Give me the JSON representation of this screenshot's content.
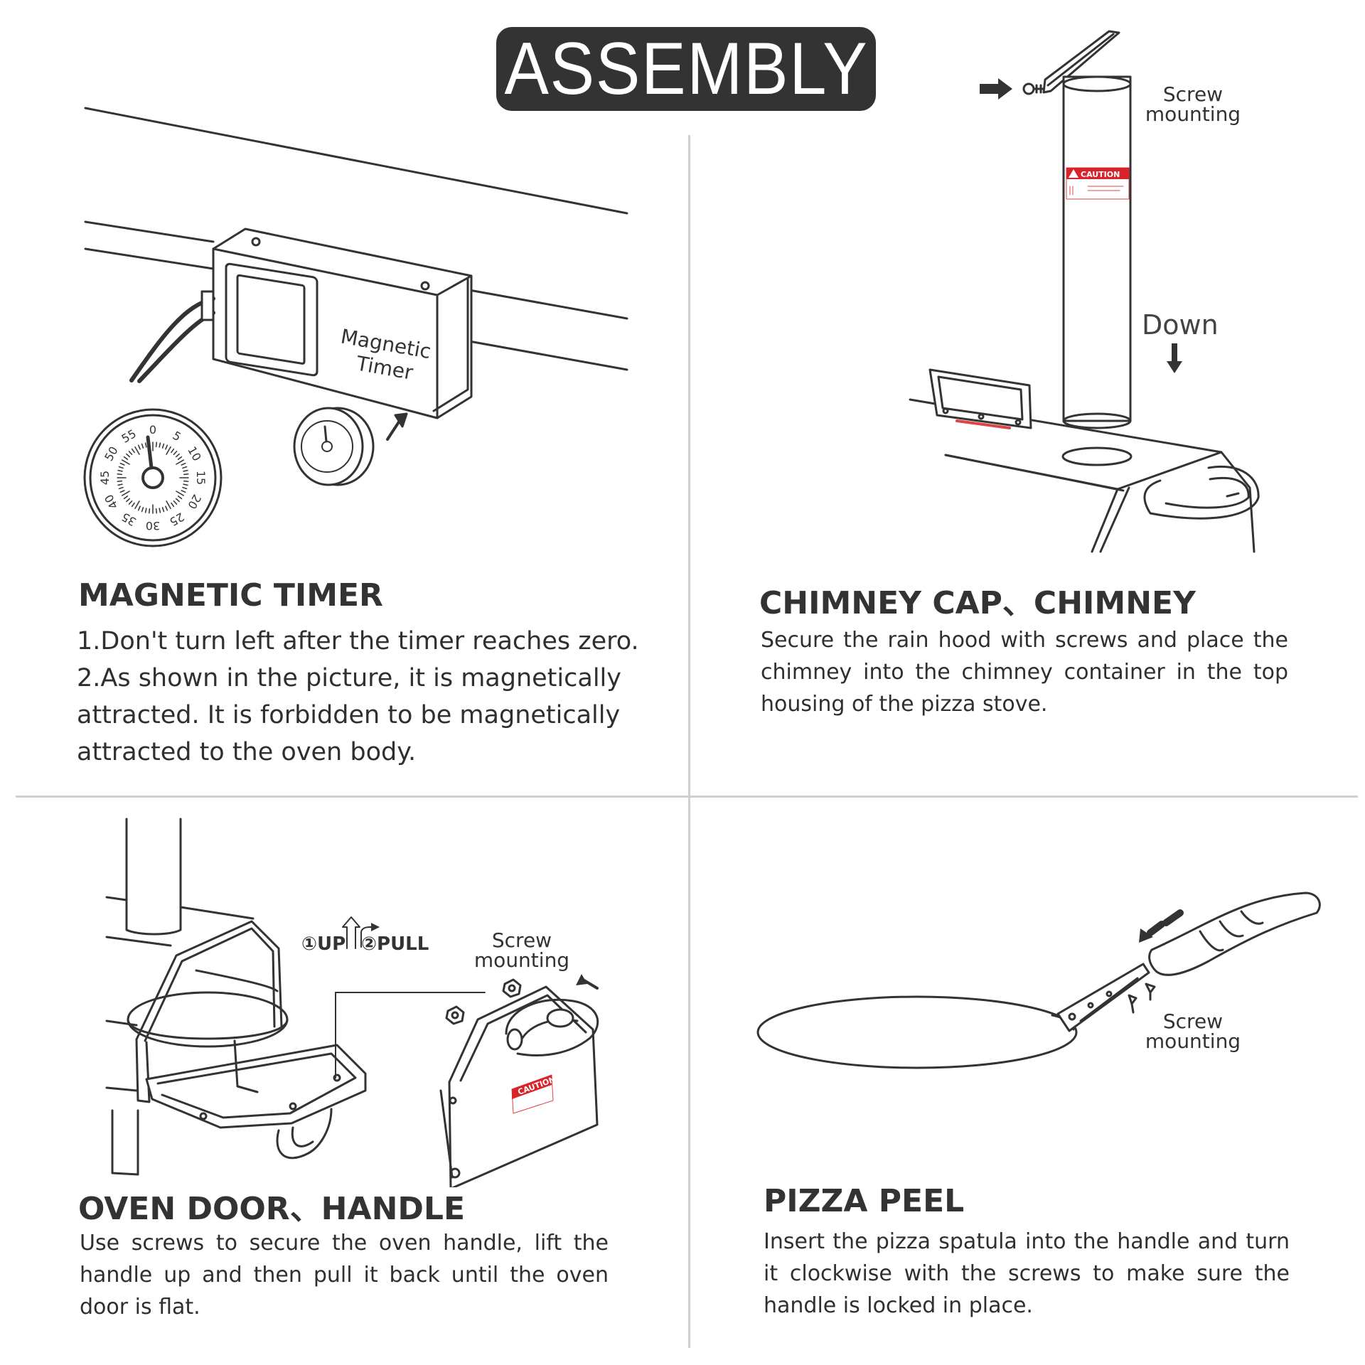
{
  "title": "ASSEMBLY",
  "sections": {
    "timer": {
      "heading": "MAGNETIC TIMER",
      "lines": [
        "1.Don't turn left after the timer reaches zero.",
        "2.As shown in the picture, it is magnetically",
        "attracted. It is forbidden to be magnetically",
        "attracted to the oven body."
      ],
      "label_line1": "Magnetic",
      "label_line2": "Timer",
      "dial_numbers": [
        "0",
        "5",
        "10",
        "15",
        "20",
        "25",
        "30",
        "35",
        "40",
        "45",
        "50",
        "55"
      ]
    },
    "chimney": {
      "heading": "CHIMNEY CAP、CHIMNEY",
      "text": "Secure the rain hood with screws and place the chimney into the chimney container in the top housing of the pizza stove.",
      "screw_line1": "Screw",
      "screw_line2": "mounting",
      "down_label": "Down",
      "caution_label": "CAUTION"
    },
    "door": {
      "heading": "OVEN DOOR、HANDLE",
      "text": "Use screws to secure the oven handle, lift the handle up and then pull it back until the oven door is flat.",
      "step_up": "①UP",
      "step_pull": "②PULL",
      "screw_line1": "Screw",
      "screw_line2": "mounting",
      "caution_label": "CAUTION"
    },
    "peel": {
      "heading": "PIZZA PEEL",
      "text": "Insert the pizza spatula into the handle and turn it clockwise with the screws to make sure the handle is locked in place.",
      "screw_line1": "Screw",
      "screw_line2": "mounting"
    }
  }
}
